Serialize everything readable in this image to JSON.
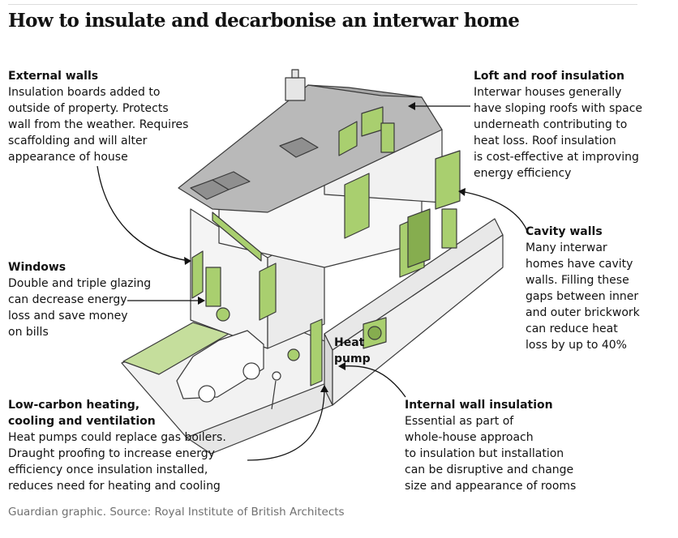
{
  "title": "How to insulate and decarbonise an interwar home",
  "annotations": {
    "external_walls": {
      "heading": "External walls",
      "body": "Insulation boards added to\noutside of property. Protects\nwall from the weather. Requires\nscaffolding and will alter\nappearance of house"
    },
    "loft": {
      "heading": "Loft and roof insulation",
      "body": "Interwar houses generally\nhave sloping roofs with space\nunderneath contributing to\nheat loss. Roof insulation\nis cost-effective at improving\nenergy efficiency"
    },
    "cavity": {
      "heading": "Cavity walls",
      "body": "Many interwar\nhomes have cavity\nwalls. Filling these\ngaps between inner\nand outer brickwork\ncan reduce heat\nloss by up to 40%"
    },
    "windows": {
      "heading": "Windows",
      "body": "Double and triple glazing\ncan decrease energy\nloss and save money\non bills"
    },
    "lowcarbon": {
      "heading": "Low-carbon heating,\ncooling and ventilation",
      "body": "Heat pumps could replace gas boilers.\nDraught proofing to increase energy\nefficiency once insulation installed,\nreduces need for heating and cooling"
    },
    "internal": {
      "heading": "Internal wall insulation",
      "body": "Essential as part of\nwhole-house approach\nto insulation but installation\ncan be disruptive and change\nsize and appearance of rooms"
    }
  },
  "heat_pump_label": "Heat\npump",
  "footer": "Guardian graphic. Source: Royal Institute of British Architects",
  "colors": {
    "insulation": "#a9cf6f",
    "insulation_dark": "#86ad4f",
    "grass": "#c5de9c",
    "roof": "#b9b9b9",
    "wall": "#f4f4f4",
    "stroke": "#3a3a3a"
  }
}
